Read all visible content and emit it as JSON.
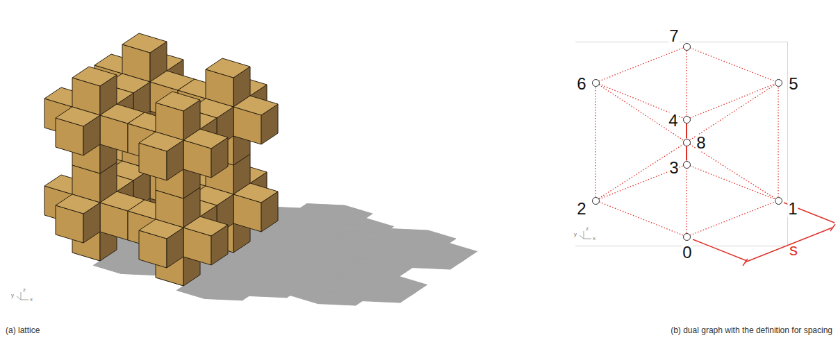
{
  "diagram": {
    "nodes": [
      {
        "text": [
          "0"
        ]
      },
      {
        "text": [
          "1"
        ]
      },
      {
        "text": [
          "2"
        ]
      },
      {
        "text": [
          "3"
        ]
      },
      {
        "text": [
          "4"
        ]
      },
      {
        "text": [
          "5"
        ]
      },
      {
        "text": [
          "6"
        ]
      },
      {
        "text": [
          "7"
        ]
      },
      {
        "text": [
          "8"
        ]
      }
    ],
    "edges": [
      {
        "from": 0,
        "to": 1,
        "arrow": "none"
      },
      {
        "from": 0,
        "to": 2,
        "arrow": "none"
      },
      {
        "from": 1,
        "to": 5,
        "arrow": "none"
      },
      {
        "from": 2,
        "to": 6,
        "arrow": "none"
      },
      {
        "from": 6,
        "to": 7,
        "arrow": "none"
      },
      {
        "from": 7,
        "to": 5,
        "arrow": "none"
      },
      {
        "from": 0,
        "to": 3,
        "arrow": "none"
      },
      {
        "from": 4,
        "to": 7,
        "arrow": "none"
      },
      {
        "from": 2,
        "to": 3,
        "arrow": "none"
      },
      {
        "from": 3,
        "to": 1,
        "arrow": "none"
      },
      {
        "from": 6,
        "to": 4,
        "arrow": "none"
      },
      {
        "from": 4,
        "to": 5,
        "arrow": "none"
      },
      {
        "from": 6,
        "to": 8,
        "arrow": "none"
      },
      {
        "from": 8,
        "to": 1,
        "arrow": "none"
      },
      {
        "from": 2,
        "to": 8,
        "arrow": "none"
      },
      {
        "from": 8,
        "to": 5,
        "arrow": "none"
      },
      {
        "from": 3,
        "to": 8,
        "arrow": "none"
      },
      {
        "from": 8,
        "to": 4,
        "arrow": "none"
      }
    ],
    "labels": [
      "s",
      "(a) lattice",
      "(b) dual graph with the definition for spacing",
      "z",
      "y",
      "x",
      "z",
      "y",
      "x"
    ]
  }
}
